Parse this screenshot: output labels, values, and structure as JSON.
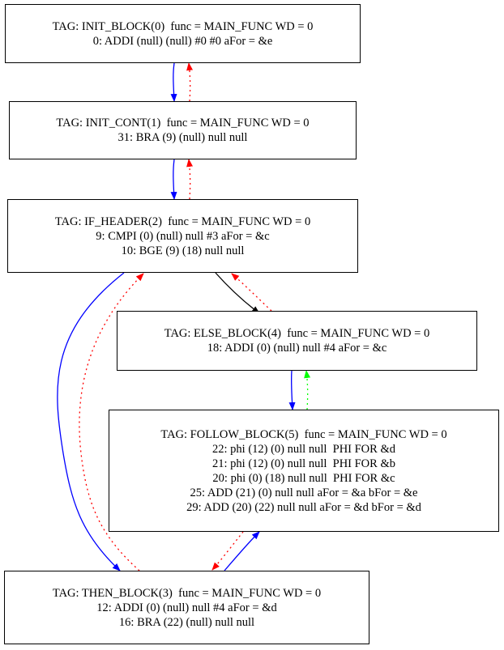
{
  "colors": {
    "forward_edge": "#0000ff",
    "back_edge": "#ff0000",
    "branch_edge": "#000000",
    "follow_back_edge": "#00ff00"
  },
  "nodes": [
    {
      "id": "init_block",
      "lines": [
        "TAG: INIT_BLOCK(0)  func = MAIN_FUNC WD = 0",
        "0: ADDI (null) (null) #0 #0 aFor = &e"
      ]
    },
    {
      "id": "init_cont",
      "lines": [
        "TAG: INIT_CONT(1)  func = MAIN_FUNC WD = 0",
        "31: BRA (9) (null) null null"
      ]
    },
    {
      "id": "if_header",
      "lines": [
        "TAG: IF_HEADER(2)  func = MAIN_FUNC WD = 0",
        "9: CMPI (0) (null) null #3 aFor = &c",
        "10: BGE (9) (18) null null"
      ]
    },
    {
      "id": "else_block",
      "lines": [
        "TAG: ELSE_BLOCK(4)  func = MAIN_FUNC WD = 0",
        "18: ADDI (0) (null) null #4 aFor = &c"
      ]
    },
    {
      "id": "follow_block",
      "lines": [
        "TAG: FOLLOW_BLOCK(5)  func = MAIN_FUNC WD = 0",
        "22: phi (12) (0) null null  PHI FOR &d",
        "21: phi (12) (0) null null  PHI FOR &b",
        "20: phi (0) (18) null null  PHI FOR &c",
        "25: ADD (21) (0) null null aFor = &a bFor = &e",
        "29: ADD (20) (22) null null aFor = &d bFor = &d"
      ]
    },
    {
      "id": "then_block",
      "lines": [
        "TAG: THEN_BLOCK(3)  func = MAIN_FUNC WD = 0",
        "12: ADDI (0) (null) null #4 aFor = &d",
        "16: BRA (22) (null) null null"
      ]
    }
  ]
}
